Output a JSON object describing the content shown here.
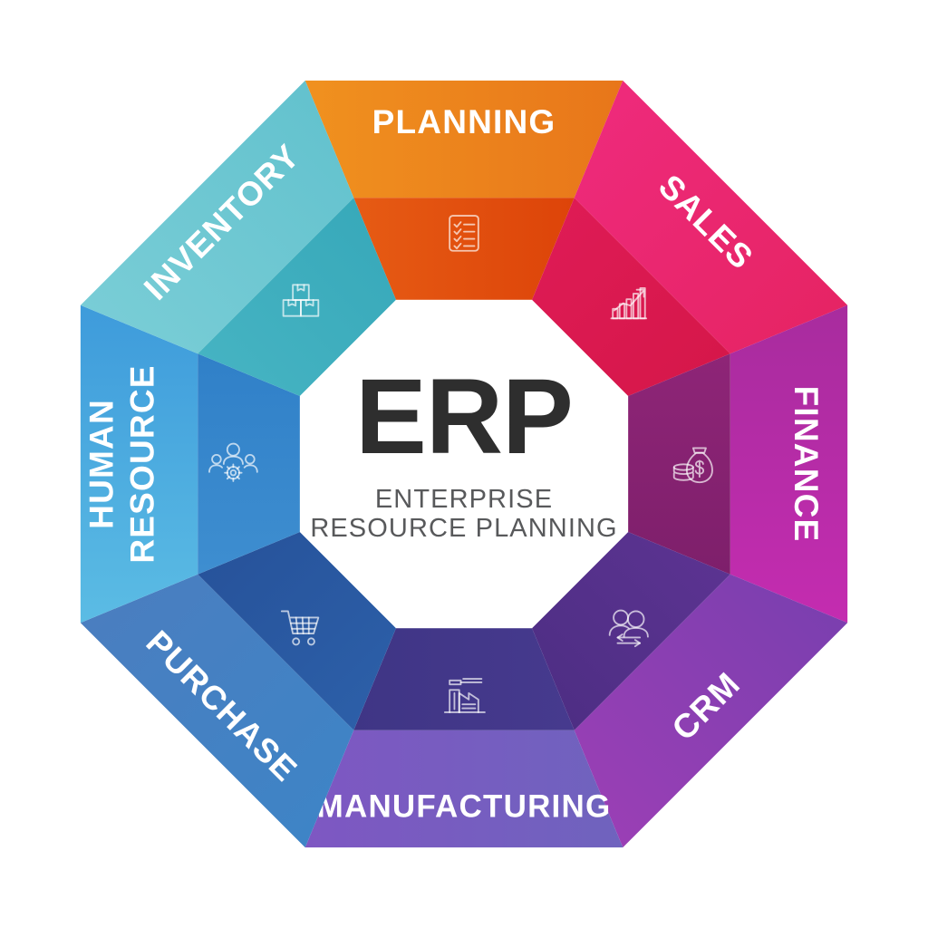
{
  "diagram": {
    "type": "octagon-cycle-infographic",
    "title": "ERP",
    "subtitle_line1": "ENTERPRISE",
    "subtitle_line2": "RESOURCE PLANNING",
    "background_color": "#ffffff",
    "center_fill": "#ffffff",
    "title_color": "#2e2e2e",
    "subtitle_color": "#58595b",
    "label_color": "#ffffff",
    "icon_color": "#ffffff",
    "segment_count": 8
  },
  "segments": [
    {
      "id": "planning",
      "label": "PLANNING",
      "label_lines": [
        "PLANNING"
      ],
      "icon_name": "checklist-icon",
      "outer_color_start": "#F0911F",
      "outer_color_end": "#E8761A",
      "inner_color_start": "#E65B14",
      "inner_color_end": "#DD4409",
      "position": "top-left"
    },
    {
      "id": "sales",
      "label": "SALES",
      "label_lines": [
        "SALES"
      ],
      "icon_name": "bar-chart-growth-icon",
      "outer_color_start": "#EE2A7B",
      "outer_color_end": "#E62464",
      "inner_color_start": "#DE1B55",
      "inner_color_end": "#D6174A",
      "position": "top-right"
    },
    {
      "id": "finance",
      "label": "FINANCE",
      "label_lines": [
        "FINANCE"
      ],
      "icon_name": "money-bag-coins-icon",
      "outer_color_start": "#A82C9E",
      "outer_color_end": "#C42CB0",
      "inner_color_start": "#8E2577",
      "inner_color_end": "#7E1F6B",
      "position": "right-upper"
    },
    {
      "id": "crm",
      "label": "CRM",
      "label_lines": [
        "CRM"
      ],
      "icon_name": "customer-exchange-icon",
      "outer_color_start": "#7B3FAF",
      "outer_color_end": "#9A3FB5",
      "inner_color_start": "#5B3391",
      "inner_color_end": "#4E2E84",
      "position": "right-lower"
    },
    {
      "id": "manufacturing",
      "label": "MANUFACTURING",
      "label_lines": [
        "MANUFACTURING"
      ],
      "icon_name": "factory-icon",
      "outer_color_start": "#6F63BE",
      "outer_color_end": "#7E57C2",
      "inner_color_start": "#463A8E",
      "inner_color_end": "#3F3585",
      "position": "bottom-right"
    },
    {
      "id": "purchase",
      "label": "PURCHASE",
      "label_lines": [
        "PURCHASE"
      ],
      "icon_name": "shopping-cart-icon",
      "outer_color_start": "#3E84C6",
      "outer_color_end": "#4A7EC0",
      "inner_color_start": "#2C5FA8",
      "inner_color_end": "#27539B",
      "position": "bottom-left"
    },
    {
      "id": "human-resource",
      "label": "HUMAN RESOURCE",
      "label_lines": [
        "HUMAN",
        "RESOURCE"
      ],
      "icon_name": "team-gear-icon",
      "outer_color_start": "#5BBCE4",
      "outer_color_end": "#3E9BDB",
      "inner_color_start": "#3E8ED0",
      "inner_color_end": "#3080C8",
      "position": "left-lower"
    },
    {
      "id": "inventory",
      "label": "INVENTORY",
      "label_lines": [
        "INVENTORY"
      ],
      "icon_name": "stacked-boxes-icon",
      "outer_color_start": "#79CDD6",
      "outer_color_end": "#63C2CE",
      "inner_color_start": "#45B3C2",
      "inner_color_end": "#38A9BA",
      "position": "left-upper"
    }
  ]
}
